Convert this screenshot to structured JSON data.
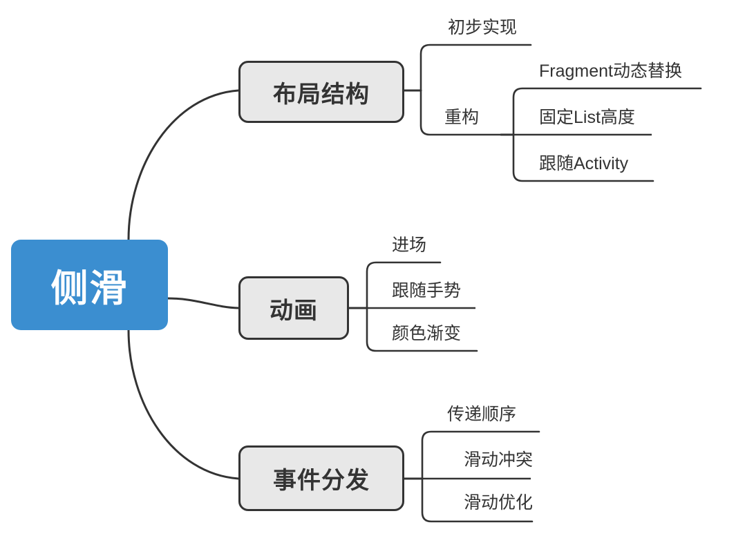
{
  "diagram": {
    "type": "mind-map",
    "title": "侧滑",
    "orientation": "left-to-right",
    "background_color": "#ffffff",
    "root_color": "#3b8ed0",
    "root_text_color": "#ffffff",
    "topic_fill_color": "#e8e8e8",
    "topic_border_color": "#333333",
    "line_color": "#333333"
  },
  "root": {
    "label": "侧滑"
  },
  "branches": [
    {
      "id": "layout",
      "label": "布局结构",
      "children": [
        {
          "id": "initial",
          "label": "初步实现",
          "children": []
        },
        {
          "id": "refactor",
          "label": "重构",
          "children": [
            {
              "id": "fragment",
              "label": "Fragment动态替换"
            },
            {
              "id": "list-height",
              "label": "固定List高度"
            },
            {
              "id": "follow-activity",
              "label": "跟随Activity"
            }
          ]
        }
      ]
    },
    {
      "id": "animation",
      "label": "动画",
      "children": [
        {
          "id": "enter",
          "label": "进场",
          "children": []
        },
        {
          "id": "follow-gesture",
          "label": "跟随手势",
          "children": []
        },
        {
          "id": "color-gradient",
          "label": "颜色渐变",
          "children": []
        }
      ]
    },
    {
      "id": "event-dispatch",
      "label": "事件分发",
      "children": [
        {
          "id": "dispatch-order",
          "label": "传递顺序",
          "children": []
        },
        {
          "id": "scroll-conflict",
          "label": "滑动冲突",
          "children": []
        },
        {
          "id": "scroll-optimize",
          "label": "滑动优化",
          "children": []
        }
      ]
    }
  ]
}
